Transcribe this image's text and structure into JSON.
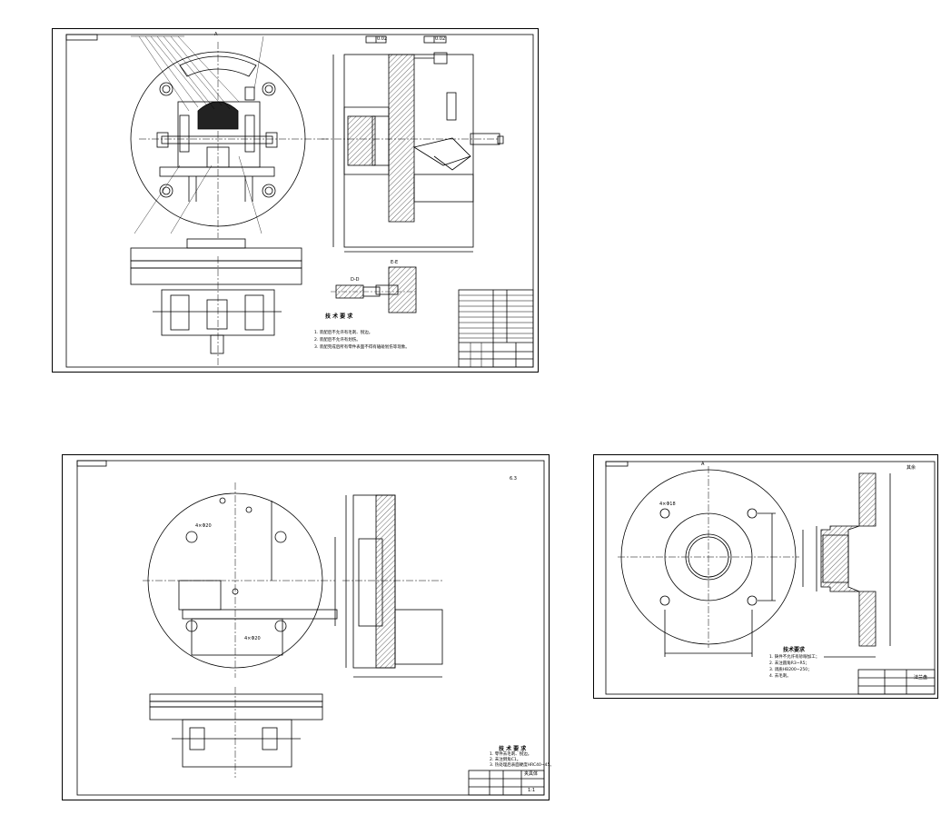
{
  "sheet1": {
    "section_dd": "D-D",
    "section_ee": "E-E",
    "view_label": "A",
    "notes_title": "技 术 要 求",
    "notes": [
      "1. 装配后不允许有毛刺、锐边。",
      "2. 装配后不允许有划伤。",
      "3. 装配完成后所有零件表面不得有磕碰划伤等现象。"
    ],
    "tolerance_a": "0.02",
    "tolerance_b": "0.02"
  },
  "sheet2": {
    "roughness": "6.3",
    "dim_a": "4×Φ20",
    "dim_b": "4×Φ20",
    "notes_title": "技 术 要 求",
    "notes": [
      "1. 零件去毛刺、锐边。",
      "2. 未注倒角C1。",
      "3. 热处理后表面硬度HRC40~45。"
    ],
    "drawing_name": "夹具体",
    "scale": "1:1"
  },
  "sheet3": {
    "roughness": "其余",
    "dim_hole": "4×Φ18",
    "view_label": "A",
    "notes_title": "技术要求",
    "notes": [
      "1. 铸件不允许有砂眼加工；",
      "2. 未注圆角R3~R5；",
      "3. 调质HB200~250；",
      "4. 去毛刺。"
    ],
    "drawing_name": "法兰盘"
  }
}
